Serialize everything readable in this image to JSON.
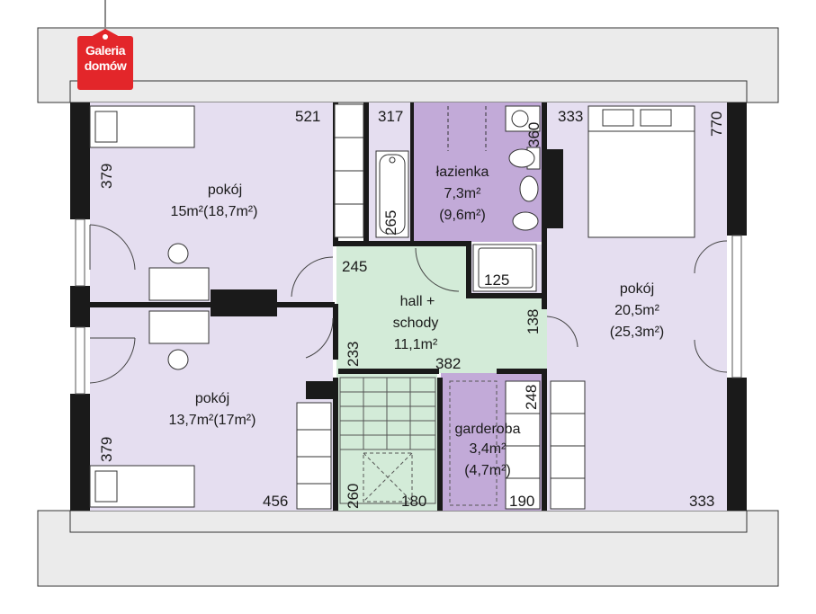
{
  "brand": {
    "line1": "Galeria",
    "line2": "domów"
  },
  "colors": {
    "bedroom": "#e5def0",
    "bathroom": "#c2aad8",
    "hall": "#d3ebd8",
    "wardrobe": "#c2aad8",
    "wall": "#1a1a1a",
    "roof": "#ebebeb"
  },
  "rooms": {
    "bedroom_nw": {
      "name": "pokój",
      "area": "15m²(18,7m²)"
    },
    "bedroom_sw": {
      "name": "pokój",
      "area": "13,7m²(17m²)"
    },
    "bedroom_e": {
      "name": "pokój",
      "area": "20,5m²",
      "area2": "(25,3m²)"
    },
    "bathroom": {
      "name": "łazienka",
      "area": "7,3m²",
      "area2": "(9,6m²)"
    },
    "hall": {
      "name": "hall +",
      "name2": "schody",
      "area": "11,1m²"
    },
    "wardrobe": {
      "name": "garderoba",
      "area": "3,4m²",
      "area2": "(4,7m²)"
    }
  },
  "dims": {
    "d521": "521",
    "d379a": "379",
    "d379b": "379",
    "d456": "456",
    "d317": "317",
    "d360": "360",
    "d265": "265",
    "d125": "125",
    "d333a": "333",
    "d770": "770",
    "d333b": "333",
    "d245": "245",
    "d138": "138",
    "d233": "233",
    "d382": "382",
    "d248": "248",
    "d260": "260",
    "d180": "180",
    "d190": "190"
  }
}
